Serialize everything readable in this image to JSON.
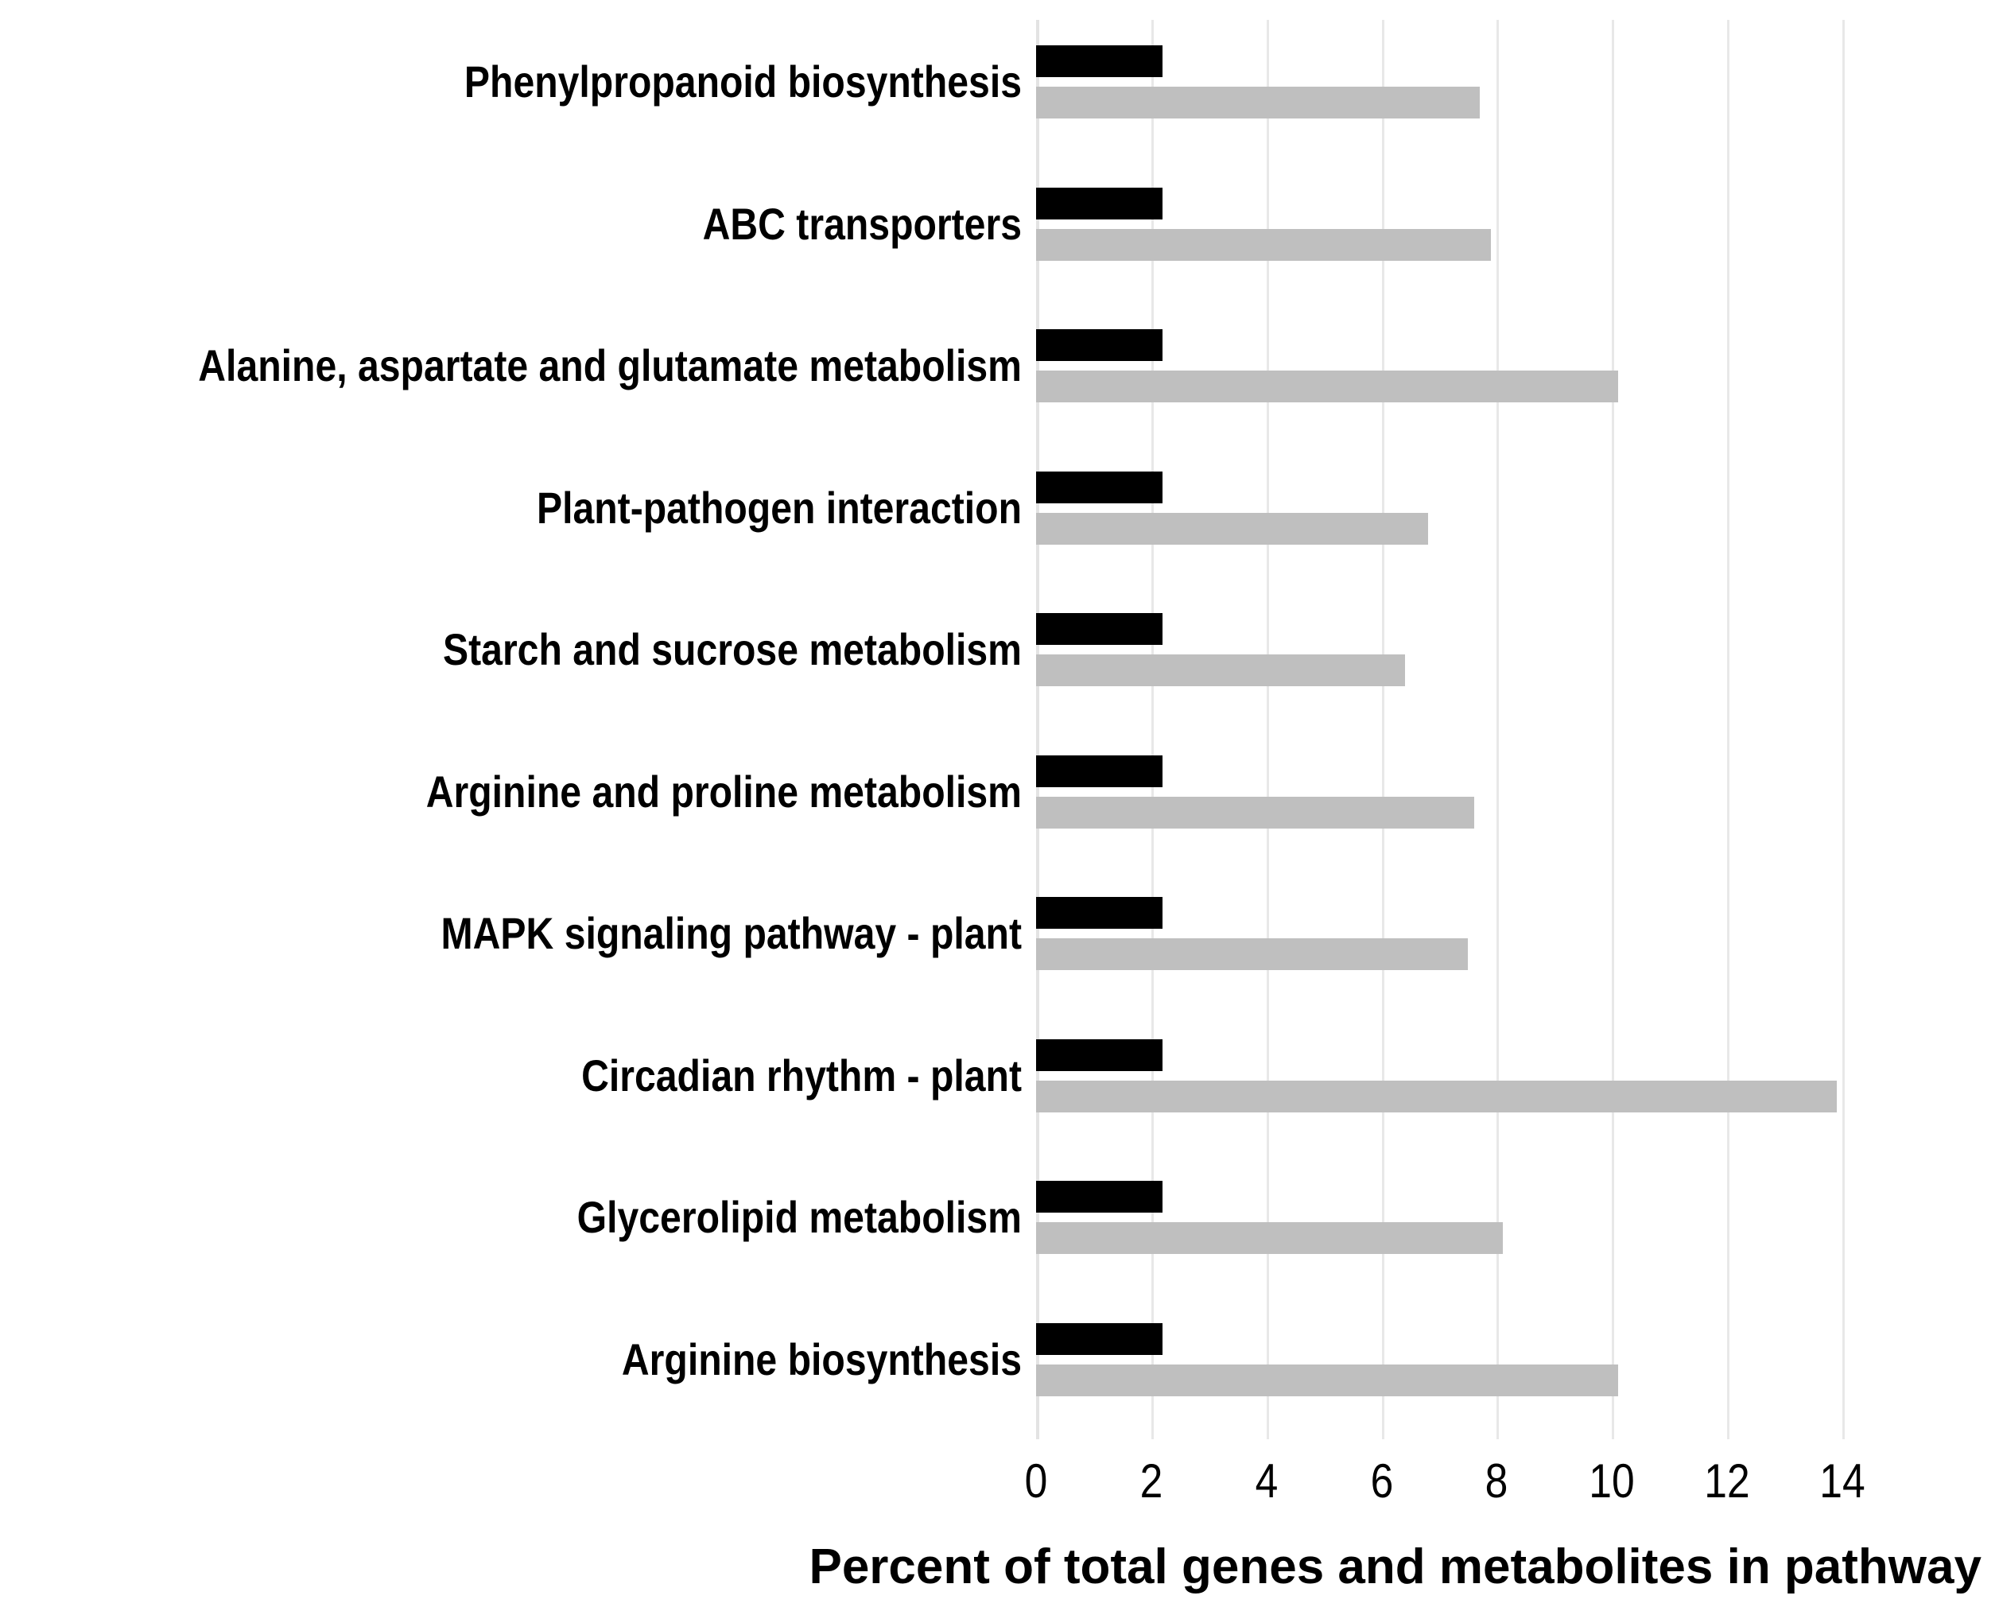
{
  "chart_data": {
    "type": "bar",
    "orientation": "horizontal",
    "title": "",
    "xlabel": "Percent of total genes and metabolites in pathway",
    "ylabel": "",
    "xlim": [
      0,
      15.6
    ],
    "xticks": [
      0,
      2,
      4,
      6,
      8,
      10,
      12,
      14
    ],
    "xtick_labels": [
      "0",
      "2",
      "4",
      "6",
      "8",
      "10",
      "12",
      "14"
    ],
    "grid": "vertical",
    "legend": "none",
    "categories": [
      "Phenylpropanoid biosynthesis",
      "ABC transporters",
      "Alanine, aspartate and glutamate metabolism",
      "Plant-pathogen interaction",
      "Starch and sucrose metabolism",
      "Arginine and proline metabolism",
      "MAPK signaling pathway - plant",
      "Circadian rhythm - plant",
      "Glycerolipid metabolism",
      "Arginine biosynthesis"
    ],
    "series": [
      {
        "name": "black-series",
        "color": "#000000",
        "values": [
          2.2,
          2.2,
          2.2,
          2.2,
          2.2,
          2.2,
          2.2,
          2.2,
          2.2,
          2.2
        ]
      },
      {
        "name": "gray-series",
        "color": "#bfbfbf",
        "values": [
          7.7,
          7.9,
          10.1,
          6.8,
          6.4,
          7.6,
          7.5,
          13.9,
          8.1,
          10.1
        ]
      }
    ]
  },
  "colors": {
    "black_bar": "#000000",
    "gray_bar": "#bfbfbf",
    "gridline": "#e8e8e8",
    "text": "#000000",
    "background": "#ffffff"
  }
}
